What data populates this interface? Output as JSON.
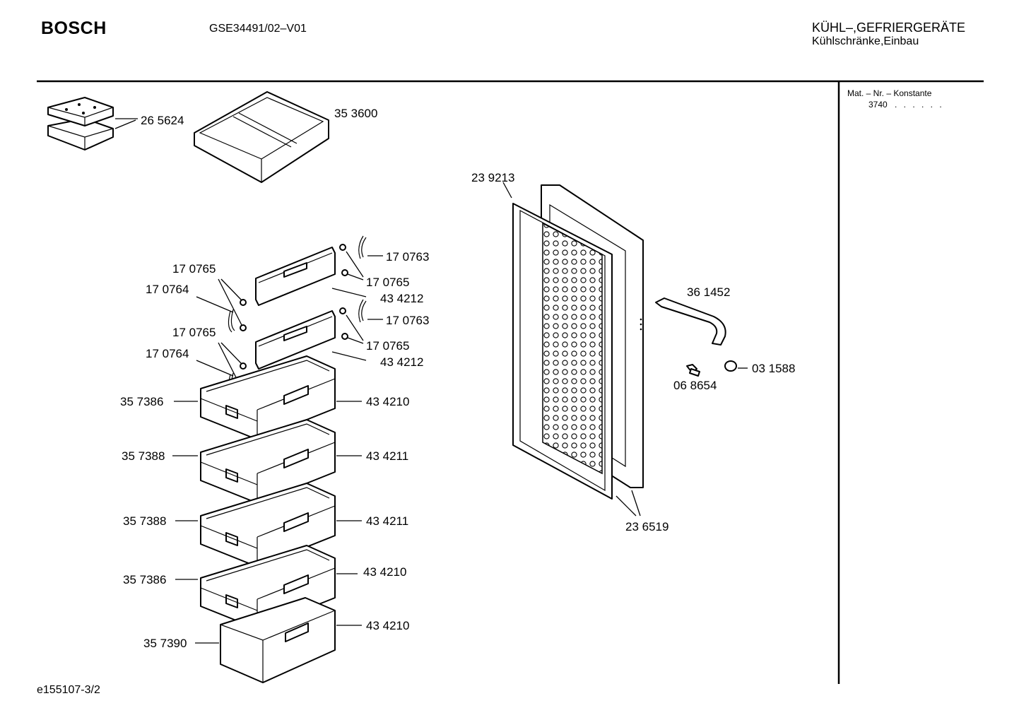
{
  "header": {
    "brand": "BOSCH",
    "model": "GSE34491/02–V01",
    "category": "KÜHL–,GEFRIERGERÄTE",
    "subcategory": "Kühlschränke,Einbau"
  },
  "material": {
    "title": "Mat. – Nr. – Konstante",
    "value": "3740",
    "dots": ". . . . . ."
  },
  "footer": {
    "code": "e155107-3/2"
  },
  "parts": {
    "ice_packs": "26 5624",
    "top_tray": "35 3600",
    "flap_pin_a1": "17 0765",
    "flap_bracket_a1": "17 0764",
    "flap_bracket_a2": "17 0763",
    "flap_pin_a2": "17 0765",
    "flap_a": "43 4212",
    "flap_pin_b1": "17 0765",
    "flap_bracket_b1": "17 0764",
    "flap_bracket_b2": "17 0763",
    "flap_pin_b2": "17 0765",
    "flap_b": "43 4212",
    "drawer_1_body": "35 7386",
    "drawer_1_front": "43 4210",
    "drawer_2_body": "35 7388",
    "drawer_2_front": "43 4211",
    "drawer_3_body": "35 7388",
    "drawer_3_front": "43 4211",
    "drawer_4_body": "35 7386",
    "drawer_4_front": "43 4210",
    "drawer_5_body": "35 7390",
    "drawer_5_front": "43 4210",
    "door_seal_top": "23 9213",
    "door_seal_bottom": "23 6519",
    "handle": "36 1452",
    "screw": "06 8654",
    "cap": "03 1588"
  }
}
